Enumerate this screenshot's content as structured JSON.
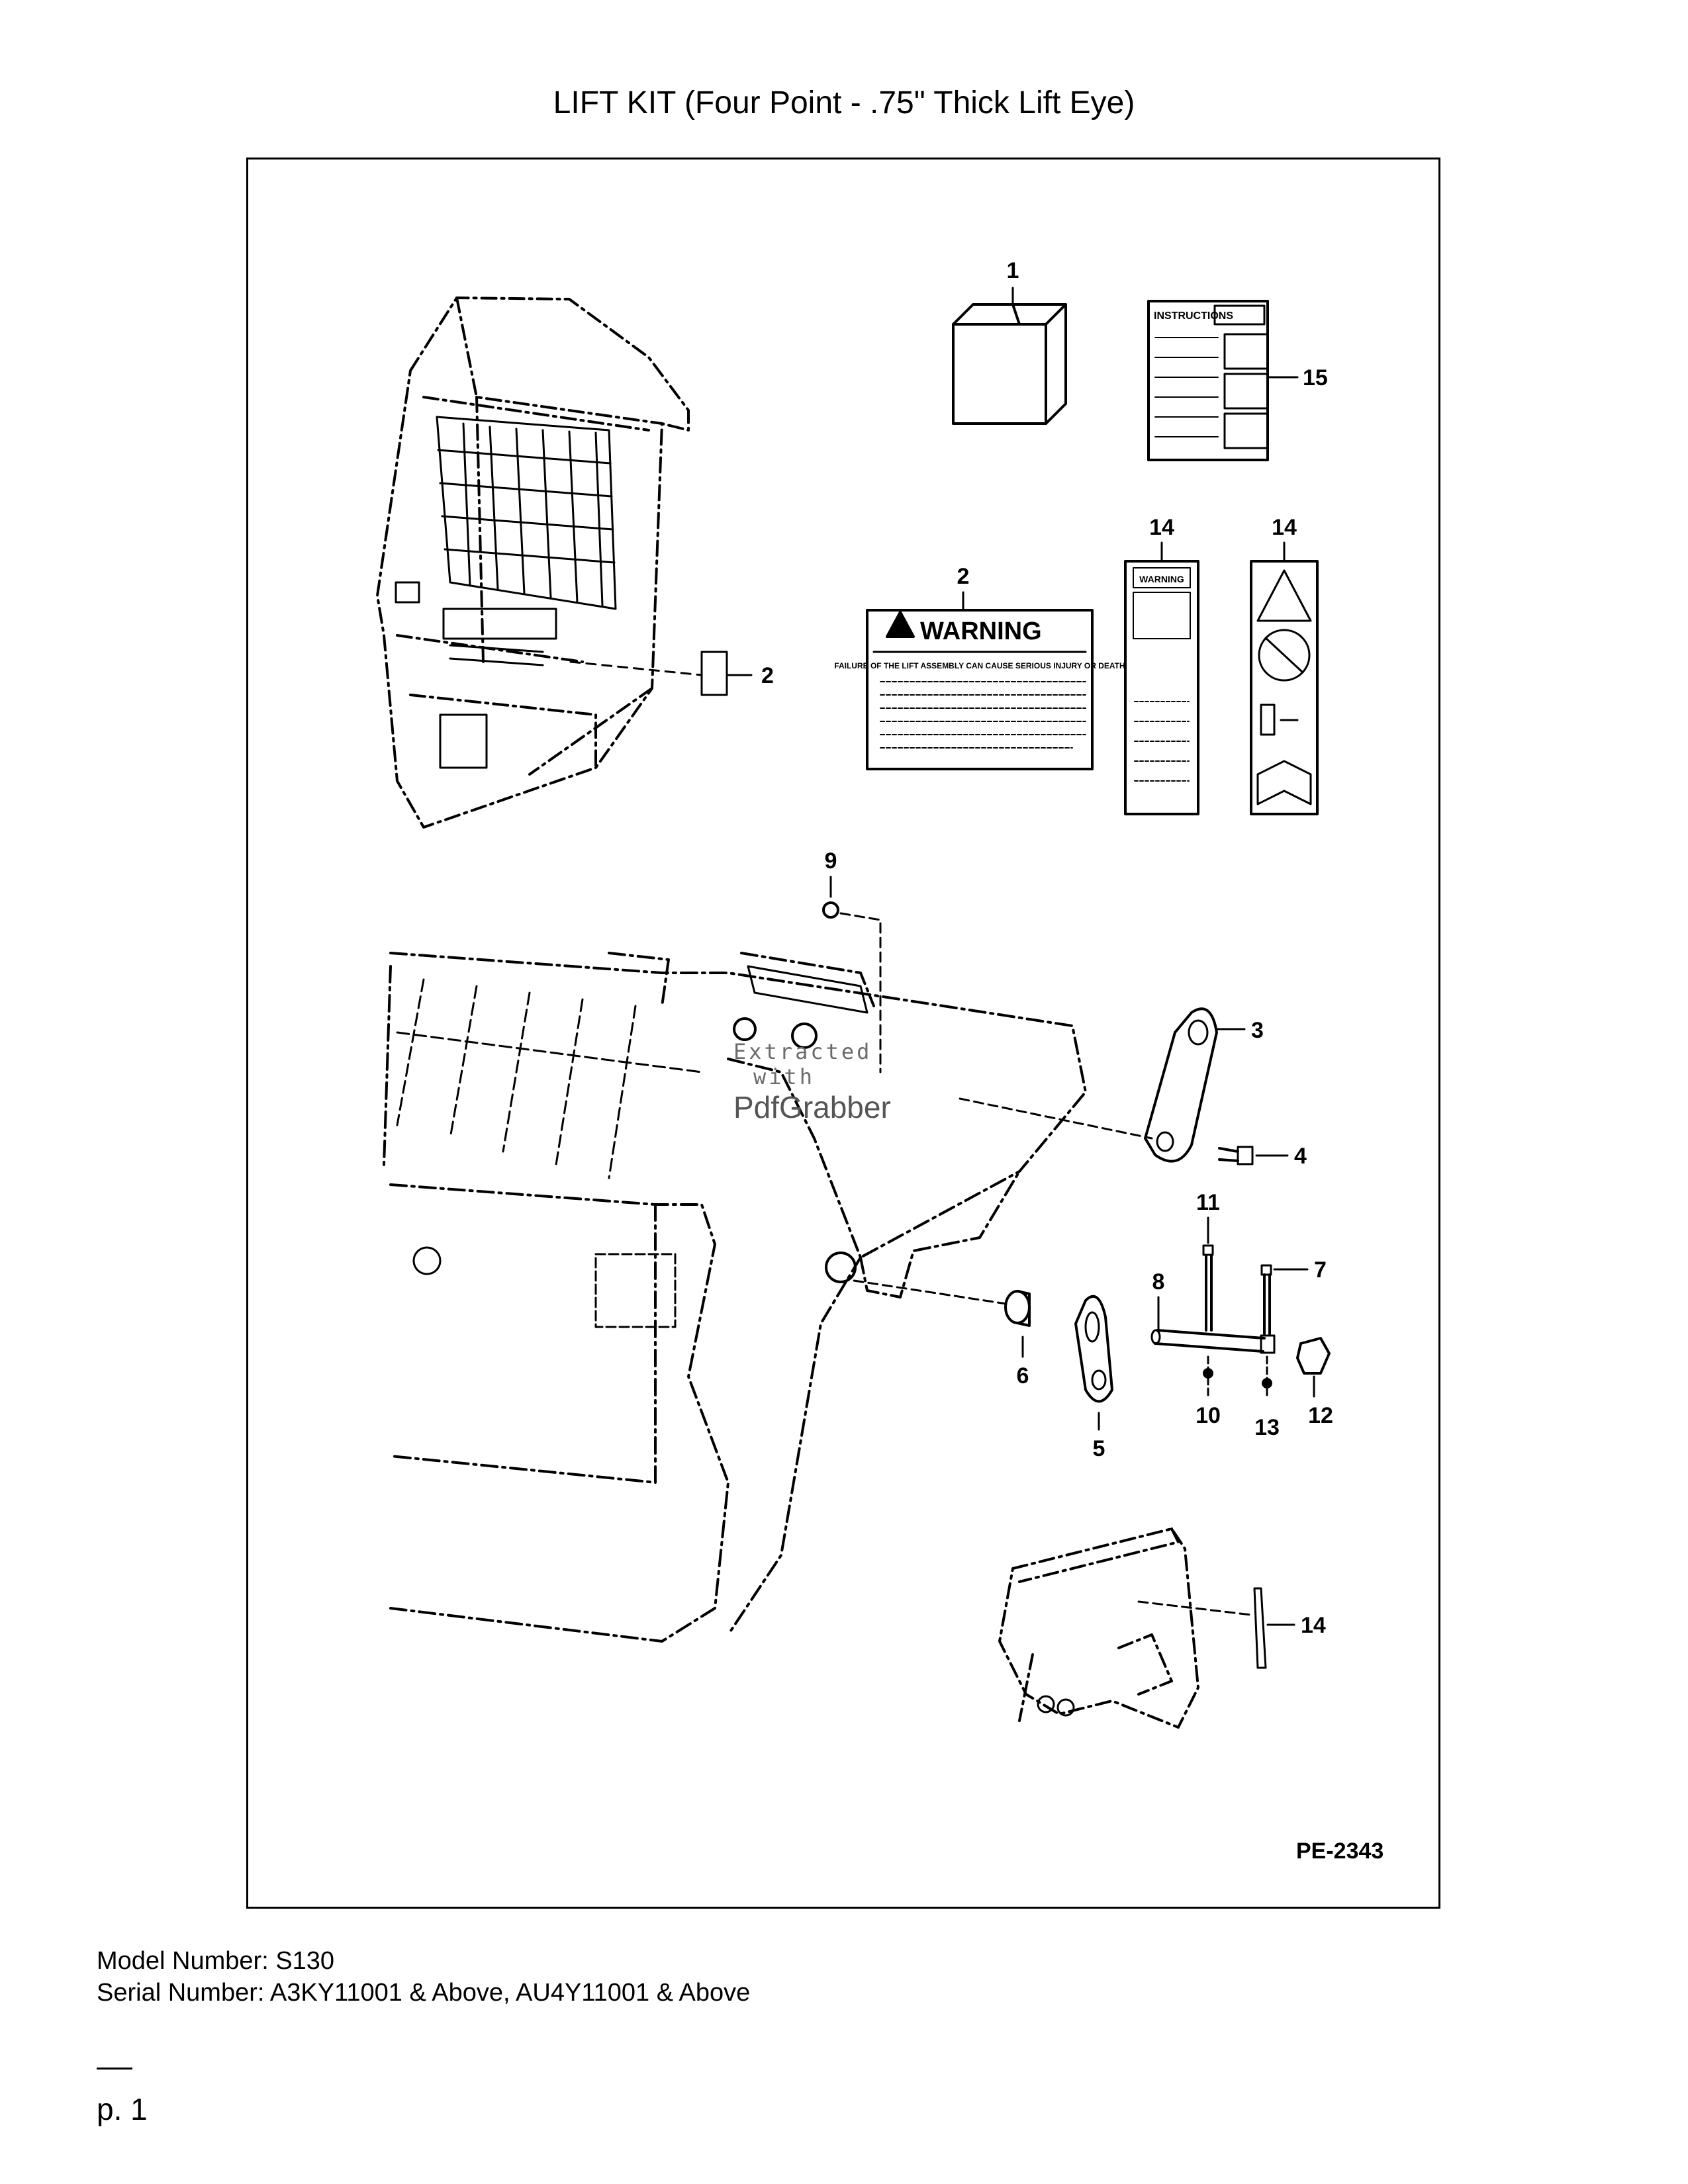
{
  "page": {
    "title": "LIFT KIT (Four Point - .75\" Thick Lift Eye)",
    "model_line": "Model Number: S130",
    "serial_line": "Serial Number: A3KY11001 & Above, AU4Y11001 & Above",
    "page_number": "p. 1"
  },
  "diagram": {
    "reference_code": "PE-2343",
    "callouts": {
      "c1": "1",
      "c2a": "2",
      "c2b": "2",
      "c3": "3",
      "c4": "4",
      "c5": "5",
      "c6": "6",
      "c7": "7",
      "c8": "8",
      "c9": "9",
      "c10": "10",
      "c11": "11",
      "c12": "12",
      "c13": "13",
      "c14a": "14",
      "c14b": "14",
      "c14c": "14",
      "c15": "15"
    },
    "decals": {
      "instructions_heading": "INSTRUCTIONS",
      "warning_heading": "WARNING",
      "warning_subheading": "FAILURE OF THE LIFT ASSEMBLY CAN CAUSE SERIOUS INJURY OR DEATH",
      "narrow_warning_heading": "WARNING"
    }
  },
  "watermark": {
    "line1": "Extracted",
    "line2": "with",
    "line3": "PdfGrabber"
  },
  "colors": {
    "ink": "#000000",
    "page": "#ffffff",
    "watermark": "#6b6b6b"
  }
}
